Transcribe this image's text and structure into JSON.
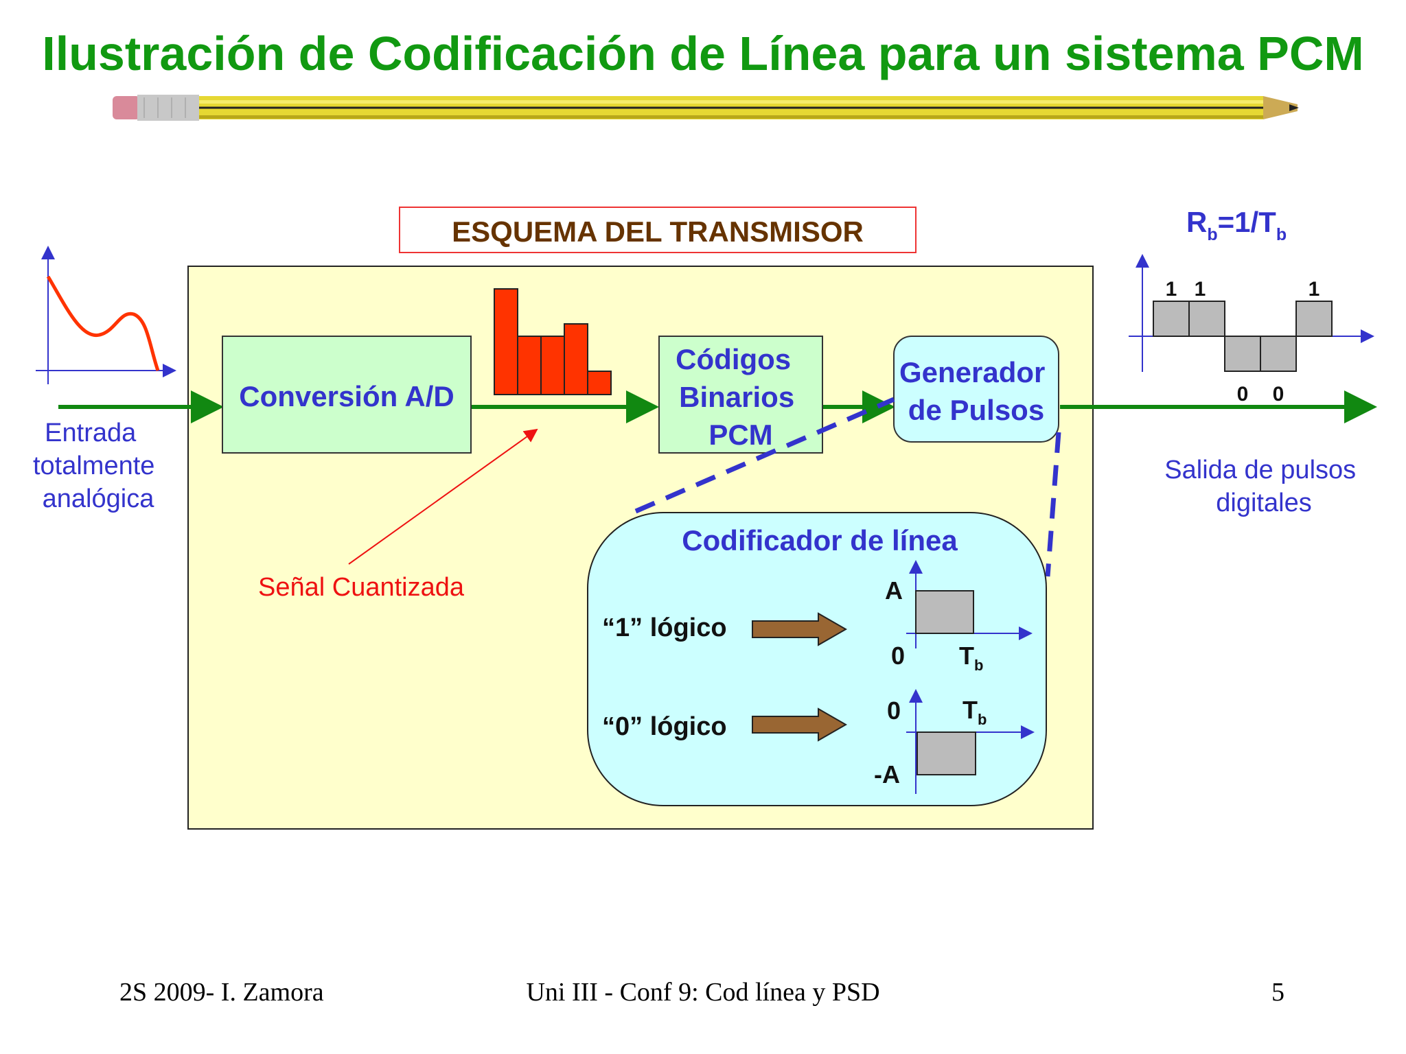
{
  "title": "Ilustración de Codificación de Línea para un sistema PCM",
  "diagram": {
    "section_label": "ESQUEMA DEL TRANSMISOR",
    "input_label": [
      "Entrada",
      "totalmente",
      "analógica"
    ],
    "ad_block": "Conversión A/D",
    "pcm_block": [
      "Códigos",
      "Binarios",
      "PCM"
    ],
    "pulse_block": [
      "Generador",
      "de Pulsos"
    ],
    "quantized_label": "Señal Cuantizada",
    "output_label": [
      "Salida de pulsos",
      "digitales"
    ],
    "rate_formula": {
      "main": "R",
      "sub": "b",
      "mid": "=1/T",
      "sub2": "b"
    },
    "output_bits": [
      "1",
      "1",
      "0",
      "0",
      "1"
    ],
    "coder": {
      "title": "Codificador de línea",
      "one_label": "“1” lógico",
      "zero_label": "“0” lógico",
      "amp_pos": "A",
      "amp_neg": "-A",
      "zero": "0",
      "period": {
        "main": "T",
        "sub": "b"
      }
    }
  },
  "footer": {
    "left": "2S 2009- I. Zamora",
    "center": "Uni III - Conf 9: Cod línea y PSD",
    "page": "5"
  },
  "colors": {
    "title": "#119911",
    "flow_arrow": "#118811",
    "block_text": "#3333cc",
    "annotation": "#ee1111",
    "bars": "#ff3300",
    "panel_bg": "#ffffcc",
    "green_block": "#ccffcc",
    "cyan_block": "#ccffff",
    "label_brown": "#663300"
  }
}
